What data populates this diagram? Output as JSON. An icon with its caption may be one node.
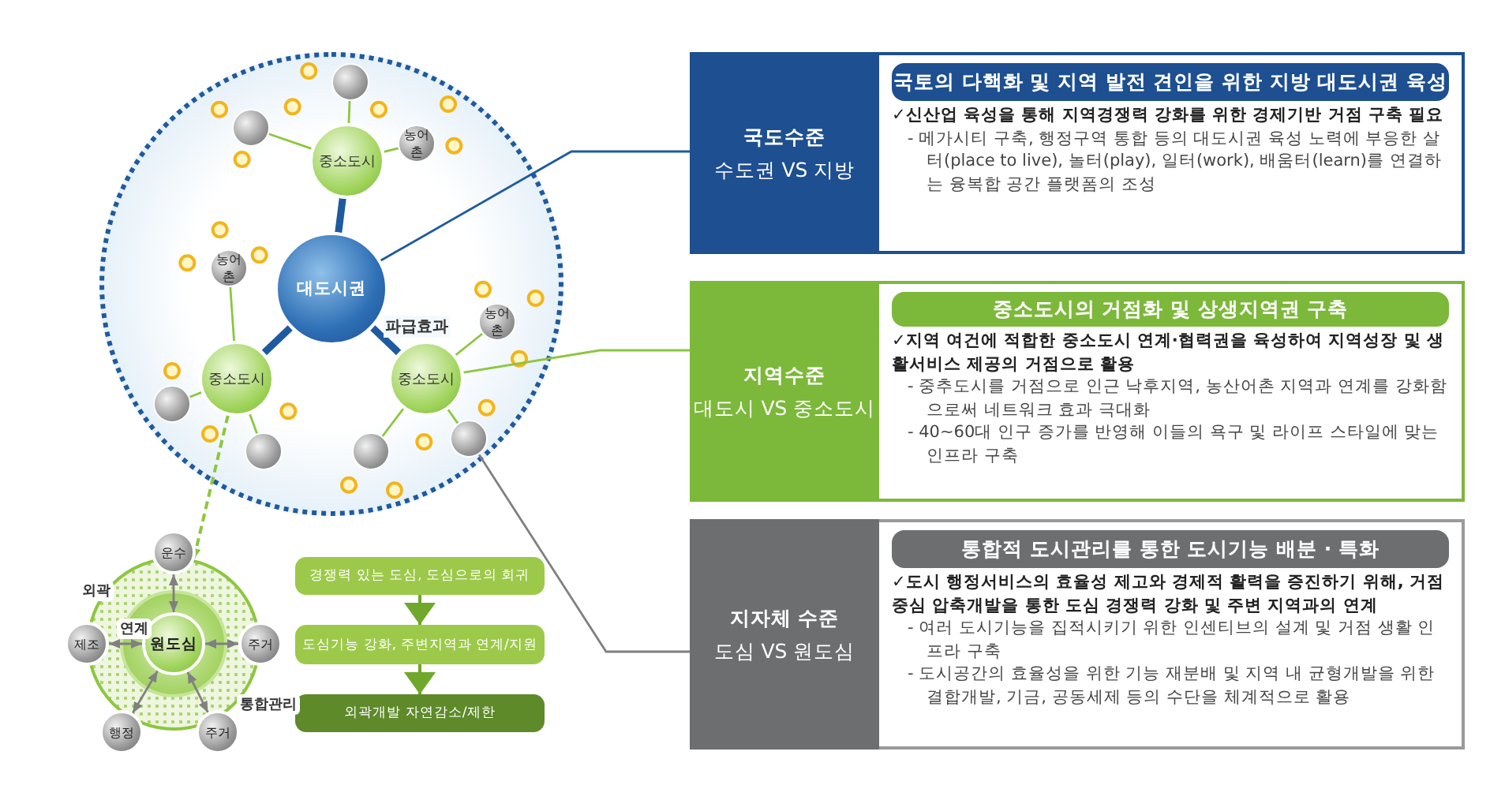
{
  "diagram": {
    "nodes": [
      {
        "text": [],
        "shape": "circle"
      },
      {
        "text": [
          "대도시권"
        ],
        "in": 0
      },
      {
        "text": [
          "중소도시"
        ],
        "in": 0
      },
      {
        "text": [
          "중소도시"
        ],
        "in": 0
      },
      {
        "text": [
          "중소도시"
        ],
        "in": 0
      },
      {
        "text": [],
        "shape": "circle",
        "in": 0
      },
      {
        "text": [],
        "shape": "circle",
        "in": 0
      },
      {
        "text": [
          "농어촌"
        ],
        "in": 0
      },
      {
        "text": [
          "농어촌"
        ],
        "in": 0
      },
      {
        "text": [],
        "shape": "circle",
        "in": 0
      },
      {
        "text": [],
        "shape": "circle",
        "in": 0
      },
      {
        "text": [
          "농어촌"
        ],
        "in": 0
      },
      {
        "text": [],
        "shape": "circle",
        "in": 0
      },
      {
        "text": [],
        "shape": "circle",
        "in": 0
      },
      {
        "text": [
          "✓신산업 육성을 통해 지역경쟁력 강화를 위한 경제기반 거점 구축 필요",
          "- 메가시티 구축, 행정구역 통합 등의 대도시권 육성 노력에 부응한 살터(place to live), 놀터(play), 일터(work), 배움터(learn)를 연결하는 융복합 공간 플랫폼의 조성"
        ]
      },
      {
        "text": [
          "국도수준",
          "수도권 VS 지방"
        ],
        "in": 14
      },
      {
        "text": [
          "국토의 다핵화 및 지역 발전 견인을 위한 지방 대도시권 육성"
        ],
        "in": 14
      },
      {
        "text": [
          "✓지역 여건에 적합한 중소도시 연계·협력권을 육성하여 지역성장 및 생활서비스 제공의 거점으로 활용",
          "- 중추도시를 거점으로 인근 낙후지역, 농산어촌 지역과 연계를 강화함으로써 네트워크 효과 극대화",
          "- 40~60대 인구 증가를 반영해 이들의 욕구 및 라이프 스타일에 맞는 인프라 구축"
        ]
      },
      {
        "text": [
          "지역수준",
          "대도시 VS 중소도시"
        ],
        "in": 17
      },
      {
        "text": [
          "중소도시의 거점화 및 상생지역권 구축"
        ],
        "in": 17
      },
      {
        "text": [
          "✓도시 행정서비스의 효율성 제고와 경제적 활력을 증진하기 위해, 거점 중심 압축개발을 통한 도심 경쟁력 강화 및 주변 지역과의 연계",
          "- 여러 도시기능을 집적시키기 위한 인센티브의 설계 및 거점 생활 인프라 구축",
          "- 도시공간의 효율성을 위한 기능 재분배 및 지역 내 균형개발을 위한 결합개발, 기금, 공동세제 등의 수단을 체계적으로 활용"
        ]
      },
      {
        "text": [
          "지자체 수준",
          "도심 VS 원도심"
        ],
        "in": 20
      },
      {
        "text": [
          "통합적 도시관리를 통한 도시기능 배분 · 특화"
        ],
        "in": 20
      },
      {
        "text": [],
        "shape": "circle"
      },
      {
        "text": [],
        "shape": "circle",
        "in": 23
      },
      {
        "text": [
          "원도심"
        ],
        "in": 24
      },
      {
        "text": [
          "운수"
        ]
      },
      {
        "text": [
          "제조"
        ]
      },
      {
        "text": [
          "주거"
        ]
      },
      {
        "text": [
          "행정"
        ]
      },
      {
        "text": [
          "주거"
        ]
      },
      {
        "text": [
          "경쟁력 있는 도심, 도심으로의 회귀"
        ]
      },
      {
        "text": [
          "도심기능 강화, 주변지역과 연계/지원"
        ]
      },
      {
        "text": [
          "외곽개발 자연감소/제한"
        ]
      }
    ],
    "edges": [
      {
        "from": 1,
        "to": 2,
        "arrow": "none",
        "color": "#1f5a9e",
        "style": "thick"
      },
      {
        "from": 1,
        "to": 3,
        "arrow": "none",
        "color": "#1f5a9e",
        "style": "thick"
      },
      {
        "from": 1,
        "to": 4,
        "arrow": "none",
        "color": "#1f5a9e",
        "style": "thick",
        "label": "파급효과"
      },
      {
        "from": 2,
        "to": 5,
        "arrow": "none"
      },
      {
        "from": 2,
        "to": 6,
        "arrow": "none"
      },
      {
        "from": 2,
        "to": 7,
        "arrow": "none"
      },
      {
        "from": 3,
        "to": 8,
        "arrow": "none"
      },
      {
        "from": 3,
        "to": 9,
        "arrow": "none"
      },
      {
        "from": 3,
        "to": 10,
        "arrow": "none"
      },
      {
        "from": 4,
        "to": 11,
        "arrow": "none"
      },
      {
        "from": 4,
        "to": 12,
        "arrow": "none"
      },
      {
        "from": 4,
        "to": 13,
        "arrow": "none"
      },
      {
        "from": 1,
        "to": 15,
        "arrow": "none",
        "color": "#1f5a9e"
      },
      {
        "from": 4,
        "to": 18,
        "arrow": "none"
      },
      {
        "from": 13,
        "to": 21,
        "arrow": "none",
        "color": "#808080"
      },
      {
        "from": 3,
        "to": 23,
        "arrow": "to",
        "style": "dashed"
      },
      {
        "from": 26,
        "to": 25,
        "arrow": "both",
        "color": "#808080"
      },
      {
        "from": 27,
        "to": 25,
        "arrow": "both",
        "color": "#808080"
      },
      {
        "from": 28,
        "to": 25,
        "arrow": "both",
        "color": "#808080"
      },
      {
        "from": 29,
        "to": 25,
        "arrow": "both",
        "color": "#808080"
      },
      {
        "from": 30,
        "to": 25,
        "arrow": "both",
        "color": "#808080"
      },
      {
        "from": 31,
        "to": 32,
        "arrow": "to",
        "color": "#6fa82a"
      },
      {
        "from": 32,
        "to": 33,
        "arrow": "to",
        "color": "#6fa82a"
      }
    ],
    "labels": [
      "외곽",
      "연계",
      "통합관리"
    ]
  }
}
